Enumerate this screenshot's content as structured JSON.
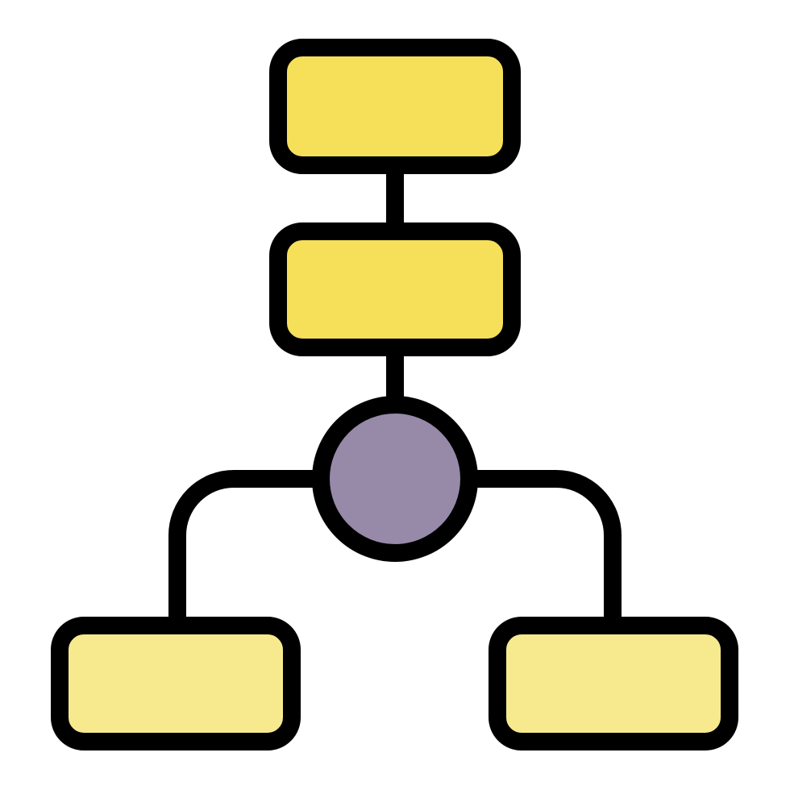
{
  "icon": {
    "name": "hierarchy-flowchart-icon",
    "colors": {
      "background": "#ffffff",
      "outline": "#000000",
      "node_primary_fill": "#f6e05a",
      "node_secondary_fill": "#f7ea8e",
      "junction_fill": "#9789a8"
    },
    "nodes": [
      {
        "id": "top-node",
        "shape": "rounded-rectangle",
        "fill": "node_primary_fill"
      },
      {
        "id": "middle-node",
        "shape": "rounded-rectangle",
        "fill": "node_primary_fill"
      },
      {
        "id": "junction-node",
        "shape": "circle",
        "fill": "junction_fill"
      },
      {
        "id": "left-leaf-node",
        "shape": "rounded-rectangle",
        "fill": "node_secondary_fill"
      },
      {
        "id": "right-leaf-node",
        "shape": "rounded-rectangle",
        "fill": "node_secondary_fill"
      }
    ],
    "edges": [
      {
        "from": "top-node",
        "to": "middle-node"
      },
      {
        "from": "middle-node",
        "to": "junction-node"
      },
      {
        "from": "junction-node",
        "to": "left-leaf-node"
      },
      {
        "from": "junction-node",
        "to": "right-leaf-node"
      }
    ]
  }
}
